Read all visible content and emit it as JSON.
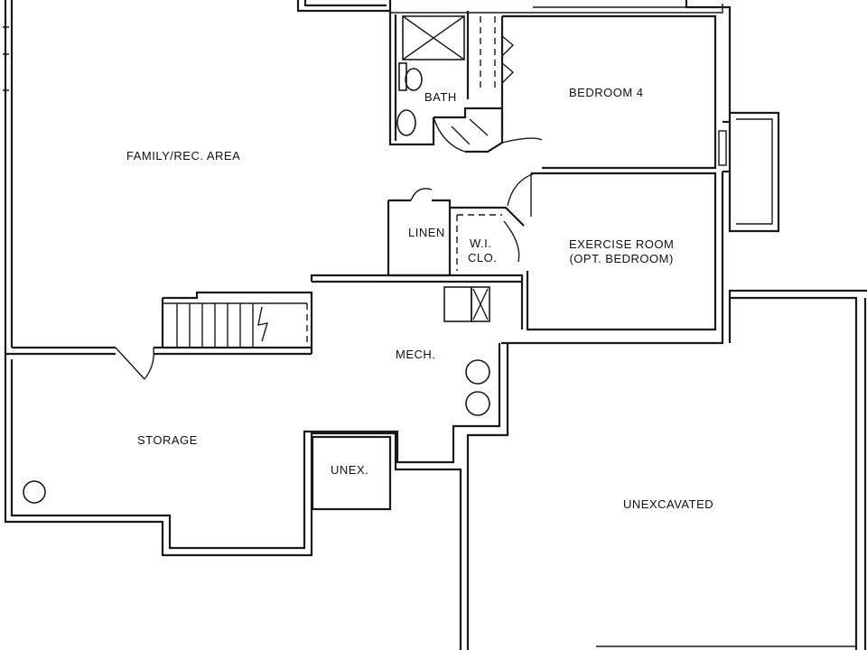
{
  "plan": {
    "rooms": {
      "bath": "BATH",
      "bedroom4": "BEDROOM 4",
      "family_rec": "FAMILY/REC. AREA",
      "linen": "LINEN",
      "wi_closet_line1": "W.I.",
      "wi_closet_line2": "CLO.",
      "exercise_line1": "EXERCISE ROOM",
      "exercise_line2": "(OPT. BEDROOM)",
      "mech": "MECH.",
      "storage": "STORAGE",
      "unex_small": "UNEX.",
      "unexcavated": "UNEXCAVATED"
    }
  }
}
